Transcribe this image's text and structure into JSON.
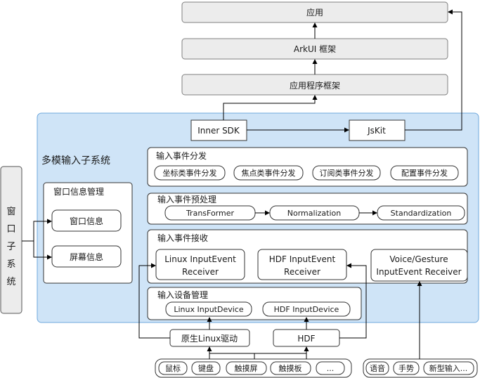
{
  "app_layers": {
    "app": "应用",
    "arkui": "ArkUI 框架",
    "app_framework": "应用程序框架"
  },
  "kits": {
    "inner_sdk": "Inner SDK",
    "jskit": "JsKit"
  },
  "subsystem": {
    "title": "多模输入子系统",
    "window_subsystem": [
      "窗",
      "口",
      "子",
      "系",
      "统"
    ],
    "window_mgmt": {
      "title": "窗口信息管理",
      "window_info": "窗口信息",
      "screen_info": "屏幕信息"
    },
    "dispatch": {
      "title": "输入事件分发",
      "items": [
        "坐标类事件分发",
        "焦点类事件分发",
        "订阅类事件分发",
        "配置事件分发"
      ]
    },
    "preprocess": {
      "title": "输入事件预处理",
      "items": [
        "TransFormer",
        "Normalization",
        "Standardization"
      ]
    },
    "receive": {
      "title": "输入事件接收",
      "linux_receiver": [
        "Linux InputEvent",
        "Receiver"
      ],
      "hdf_receiver": [
        "HDF InputEvent",
        "Receiver"
      ],
      "voice_receiver": [
        "Voice/Gesture",
        "InputEvent Receiver"
      ]
    },
    "device_mgmt": {
      "title": "输入设备管理",
      "items": [
        "Linux InputDevice",
        "HDF InputDevice"
      ]
    }
  },
  "drivers": {
    "linux_driver": "原生Linux驱动",
    "hdf": "HDF"
  },
  "devices": [
    "鼠标",
    "键盘",
    "触摸屏",
    "触摸板",
    "..."
  ],
  "other_devices": [
    "语音",
    "手势",
    "新型输入..."
  ],
  "colors": {
    "layer_fill": "#ececec",
    "subsystem_fill": "#cfe4f7",
    "subsystem_border": "#6fa8dc",
    "line": "#000000"
  }
}
